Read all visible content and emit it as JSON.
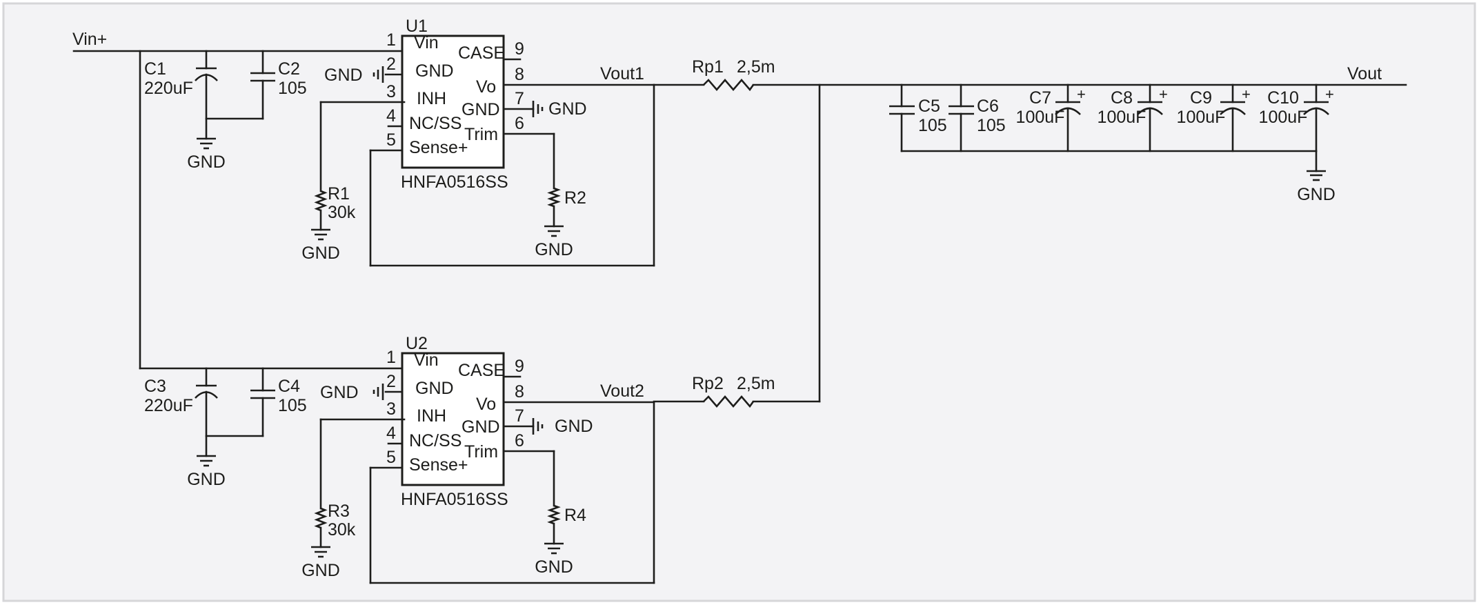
{
  "net_labels": {
    "vin": "Vin+",
    "vout1": "Vout1",
    "vout2": "Vout2",
    "vout": "Vout",
    "gnd": "GND"
  },
  "modules": [
    {
      "ref": "U1",
      "part": "HNFA0516SS",
      "left_pins": [
        {
          "num": "1",
          "name": "Vin"
        },
        {
          "num": "2",
          "name": "GND"
        },
        {
          "num": "3",
          "name": "INH"
        },
        {
          "num": "4",
          "name": "NC/SS"
        },
        {
          "num": "5",
          "name": "Sense+"
        }
      ],
      "right_pins": [
        {
          "num": "9",
          "name": "CASE"
        },
        {
          "num": "8",
          "name": "Vo"
        },
        {
          "num": "7",
          "name": "GND"
        },
        {
          "num": "6",
          "name": "Trim"
        }
      ]
    },
    {
      "ref": "U2",
      "part": "HNFA0516SS",
      "left_pins": [
        {
          "num": "1",
          "name": "Vin"
        },
        {
          "num": "2",
          "name": "GND"
        },
        {
          "num": "3",
          "name": "INH"
        },
        {
          "num": "4",
          "name": "NC/SS"
        },
        {
          "num": "5",
          "name": "Sense+"
        }
      ],
      "right_pins": [
        {
          "num": "9",
          "name": "CASE"
        },
        {
          "num": "8",
          "name": "Vo"
        },
        {
          "num": "7",
          "name": "GND"
        },
        {
          "num": "6",
          "name": "Trim"
        }
      ]
    }
  ],
  "components": {
    "C1": {
      "ref": "C1",
      "value": "220uF",
      "type": "electrolytic"
    },
    "C2": {
      "ref": "C2",
      "value": "105",
      "type": "ceramic"
    },
    "C3": {
      "ref": "C3",
      "value": "220uF",
      "type": "electrolytic"
    },
    "C4": {
      "ref": "C4",
      "value": "105",
      "type": "ceramic"
    },
    "C5": {
      "ref": "C5",
      "value": "105",
      "type": "ceramic"
    },
    "C6": {
      "ref": "C6",
      "value": "105",
      "type": "ceramic"
    },
    "C7": {
      "ref": "C7",
      "value": "100uF",
      "type": "polarized"
    },
    "C8": {
      "ref": "C8",
      "value": "100uF",
      "type": "polarized"
    },
    "C9": {
      "ref": "C9",
      "value": "100uF",
      "type": "polarized"
    },
    "C10": {
      "ref": "C10",
      "value": "100uF",
      "type": "polarized"
    },
    "R1": {
      "ref": "R1",
      "value": "30k"
    },
    "R2": {
      "ref": "R2",
      "value": ""
    },
    "R3": {
      "ref": "R3",
      "value": "30k"
    },
    "R4": {
      "ref": "R4",
      "value": ""
    },
    "Rp1": {
      "ref": "Rp1",
      "value": "2,5m"
    },
    "Rp2": {
      "ref": "Rp2",
      "value": "2,5m"
    }
  },
  "plus_sign": "+"
}
